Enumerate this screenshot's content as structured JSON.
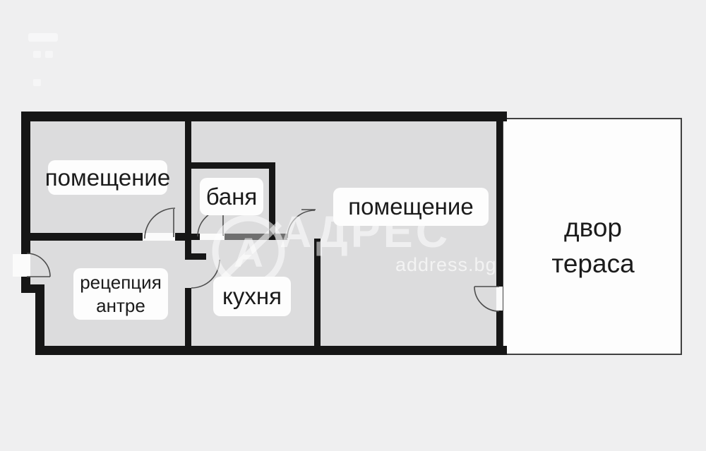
{
  "page": {
    "background_color": "#efeff0"
  },
  "floor_plan": {
    "colors": {
      "wall": "#161616",
      "interior_fill": "#dcdcdd",
      "terrace_fill": "#fdfdfd",
      "terrace_border": "#404040",
      "label_background": "#fdfdfd",
      "label_text": "#1b1b1b",
      "door_line": "#4d4d4d",
      "threshold": "#6f6f6f",
      "watermark": "rgba(255,255,255,0.55)"
    },
    "rooms": [
      {
        "name": "room-1",
        "label": "помещение"
      },
      {
        "name": "bathroom",
        "label": "баня"
      },
      {
        "name": "room-2",
        "label": "помещение"
      },
      {
        "name": "reception",
        "label_lines": [
          "рецепция",
          "антре"
        ]
      },
      {
        "name": "kitchen",
        "label": "кухня"
      },
      {
        "name": "terrace",
        "label_lines": [
          "двор",
          "тераса"
        ]
      }
    ],
    "watermark": {
      "logo_letter": "А",
      "brand": "АДРЕС",
      "domain": "address.bg"
    }
  }
}
